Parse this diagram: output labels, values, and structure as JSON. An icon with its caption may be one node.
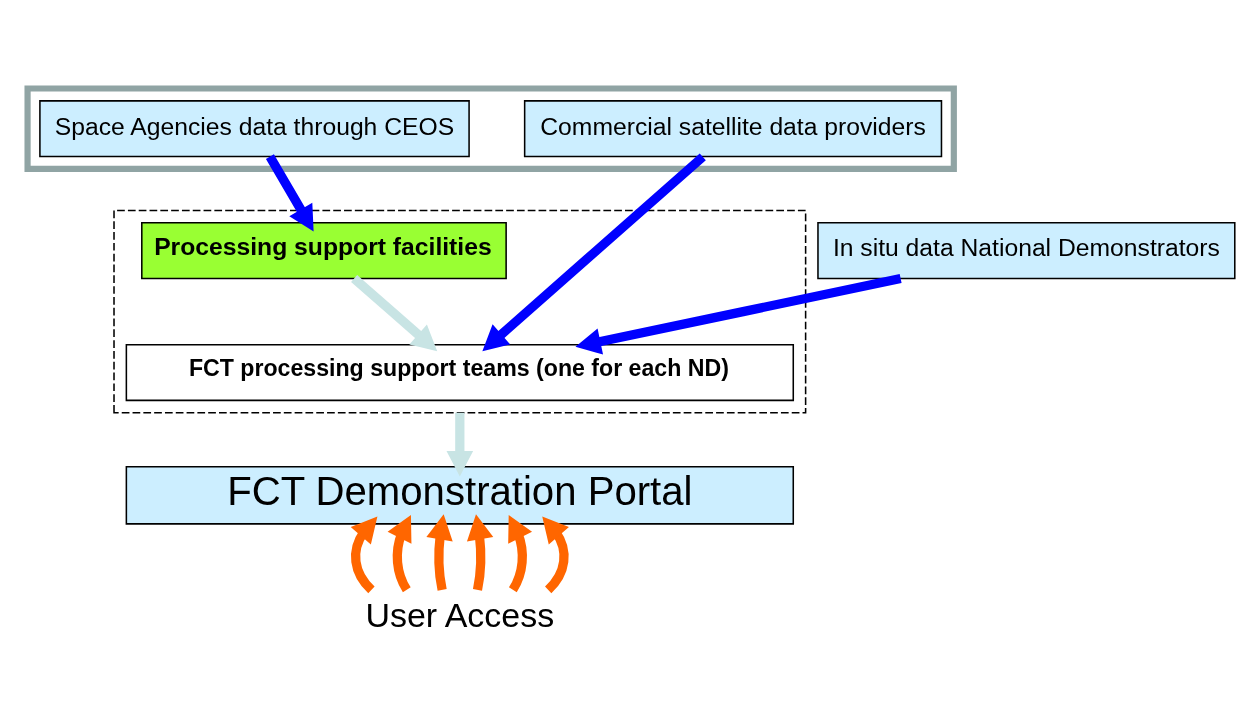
{
  "diagram": {
    "nodes": [
      {
        "text": [],
        "shape": "box"
      },
      {
        "text": [
          "Space Agencies data through CEOS"
        ],
        "in": 0
      },
      {
        "text": [
          "Commercial satellite data providers"
        ],
        "in": 0
      },
      {
        "text": [
          "In situ data National Demonstrators"
        ]
      },
      {
        "text": [],
        "shape": "box"
      },
      {
        "text": [
          "Processing support facilities"
        ],
        "in": 4
      },
      {
        "text": [
          "FCT processing support teams (one for each ND)"
        ],
        "in": 4
      },
      {
        "text": [
          "FCT Demonstration Portal"
        ]
      },
      {
        "text": [
          "User Access"
        ]
      }
    ],
    "edges": [
      {
        "from": 1,
        "to": 5,
        "arrow": "to",
        "color": "#0000ff"
      },
      {
        "from": 2,
        "to": 6,
        "arrow": "to",
        "color": "#0000ff"
      },
      {
        "from": 3,
        "to": 6,
        "arrow": "to",
        "color": "#0000ff"
      },
      {
        "from": 5,
        "to": 6,
        "arrow": "to",
        "color": "#c8e4e4"
      },
      {
        "from": 4,
        "to": 7,
        "arrow": "to",
        "color": "#c8e4e4"
      },
      {
        "from": 8,
        "to": 7,
        "arrow": "to"
      },
      {
        "from": 8,
        "to": 7,
        "arrow": "to"
      },
      {
        "from": 8,
        "to": 7,
        "arrow": "to"
      },
      {
        "from": 8,
        "to": 7,
        "arrow": "to"
      },
      {
        "from": 8,
        "to": 7,
        "arrow": "to"
      },
      {
        "from": 8,
        "to": 7,
        "arrow": "to"
      }
    ]
  }
}
